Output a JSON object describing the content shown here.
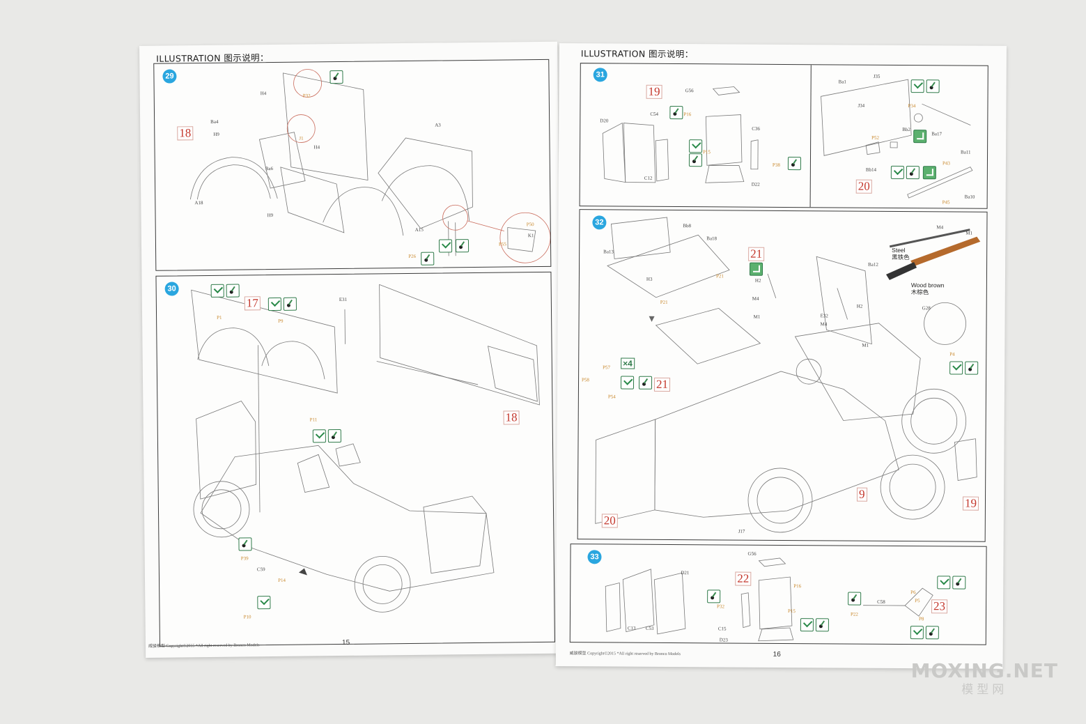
{
  "left_page": {
    "heading": "ILLUSTRATION 图示说明：",
    "footer": "威骏模型  Copyright©2015  *All right reserved by Bronco Models",
    "page_number": "15",
    "steps": [
      {
        "number": "29",
        "page_refs": [
          "18"
        ],
        "parts": [
          "H4",
          "Ba4",
          "H9",
          "H4",
          "Ba6",
          "A3",
          "A18",
          "H9",
          "A15",
          "P26",
          "P32",
          "J1",
          "P50",
          "P55",
          "K1"
        ]
      },
      {
        "number": "30",
        "page_refs": [
          "17",
          "18"
        ],
        "parts": [
          "E31",
          "P1",
          "P9",
          "P11",
          "P39",
          "C59",
          "P14",
          "P10"
        ]
      }
    ]
  },
  "right_page": {
    "heading": "ILLUSTRATION 图示说明：",
    "footer": "威骏模型  Copyright©2015  *All right reserved by Bronco Models",
    "page_number": "16",
    "steps": [
      {
        "number": "31",
        "page_refs": [
          "19",
          "20"
        ],
        "parts": [
          "G56",
          "D20",
          "C54",
          "P16",
          "P15",
          "C36",
          "C12",
          "D22",
          "P38",
          "Ba1",
          "J35",
          "J34",
          "P34",
          "P52",
          "Bb2",
          "Ba17",
          "Ba11",
          "Bb14",
          "P43",
          "P45",
          "Ba10"
        ]
      },
      {
        "number": "32",
        "page_refs": [
          "21",
          "21",
          "9",
          "19",
          "20"
        ],
        "multiplier": "×4",
        "parts": [
          "Bb8",
          "Ba18",
          "Ba13",
          "H3",
          "P21",
          "P21",
          "H2",
          "M4",
          "M1",
          "Ba12",
          "E32",
          "H2",
          "M4",
          "M1",
          "G28",
          "P4",
          "P57",
          "P58",
          "P54",
          "J17",
          "M4",
          "M1"
        ],
        "paint_notes": [
          {
            "en": "Steel",
            "cn": "黑铁色"
          },
          {
            "en": "Wood brown",
            "cn": "木棕色"
          }
        ]
      },
      {
        "number": "33",
        "page_refs": [
          "22",
          "23"
        ],
        "parts": [
          "G56",
          "D21",
          "P16",
          "P32",
          "P15",
          "C15",
          "D23",
          "C13",
          "C53",
          "C58",
          "P6",
          "P5",
          "P22",
          "P8"
        ]
      }
    ]
  },
  "watermark": {
    "main": "MOXING.NET",
    "sub": "模型网"
  }
}
